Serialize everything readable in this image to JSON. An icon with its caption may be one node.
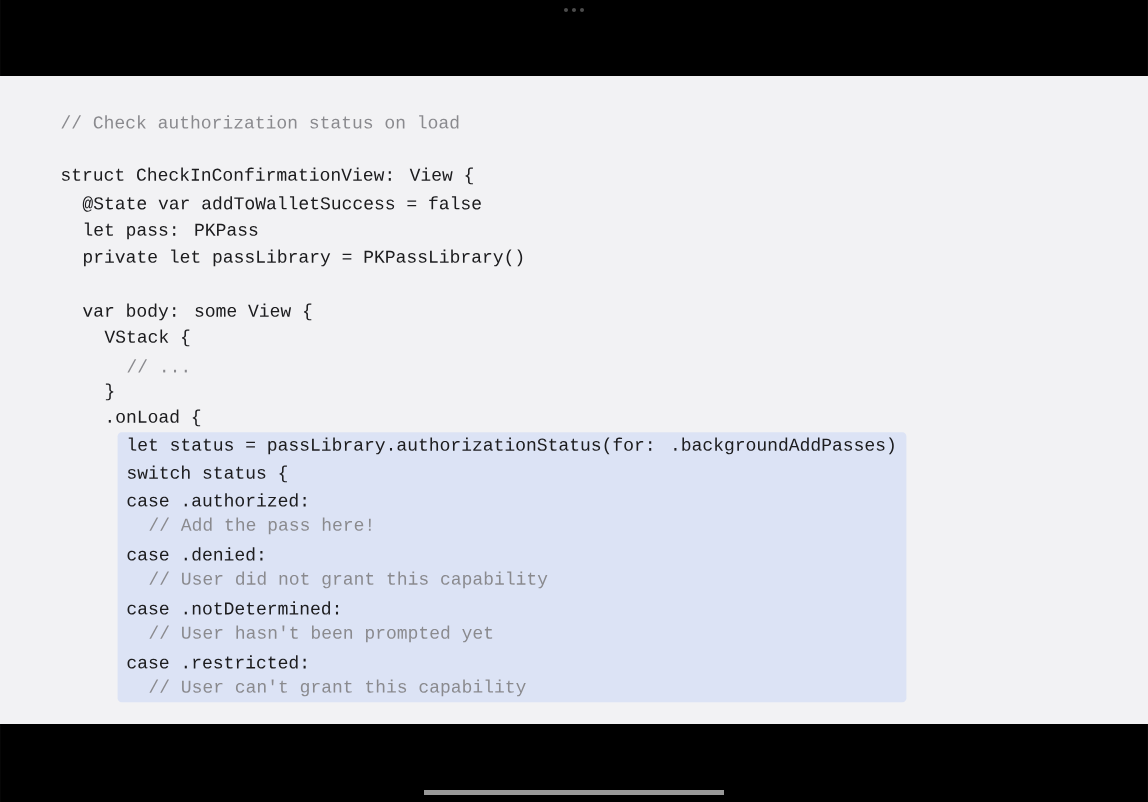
{
  "diagram": {
    "nodes": [
      {
        "text": [
          "let status = passLibrary.authorizationStatus(for: .backgroundAddPasses)",
          "switch status {",
          "case .authorized:",
          "// Add the pass here!",
          "case .denied:",
          "// User did not grant this capability",
          "case .notDetermined:",
          "// User hasn't been prompted yet",
          "case .restricted:",
          "// User can't grant this capability"
        ]
      }
    ],
    "labels": [
      "// Check authorization status on load",
      "struct CheckInConfirmationView: View {",
      "@State var addToWalletSuccess = false",
      "let pass: PKPass",
      "private let passLibrary = PKPassLibrary()",
      "var body: some View {",
      "VStack {",
      "// ...",
      "}",
      ".onLoad {"
    ]
  }
}
